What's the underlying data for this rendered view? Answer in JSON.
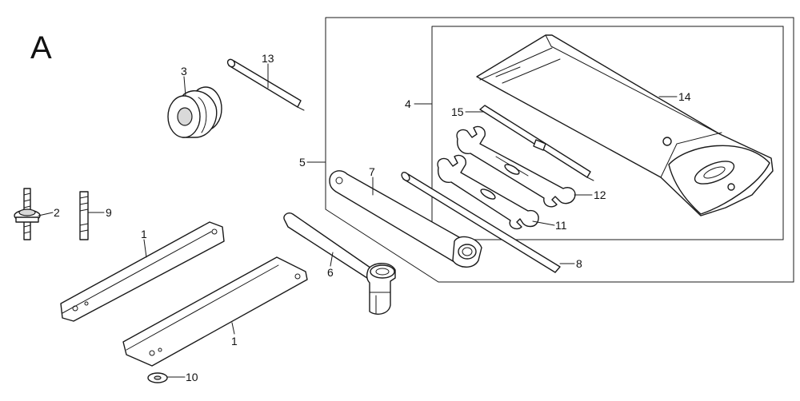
{
  "diagram": {
    "letter": "A",
    "callouts": {
      "c1a": "1",
      "c1b": "1",
      "c2": "2",
      "c3": "3",
      "c4": "4",
      "c5": "5",
      "c6": "6",
      "c7": "7",
      "c8": "8",
      "c9": "9",
      "c10": "10",
      "c11": "11",
      "c12": "12",
      "c13": "13",
      "c14": "14",
      "c15": "15"
    }
  }
}
